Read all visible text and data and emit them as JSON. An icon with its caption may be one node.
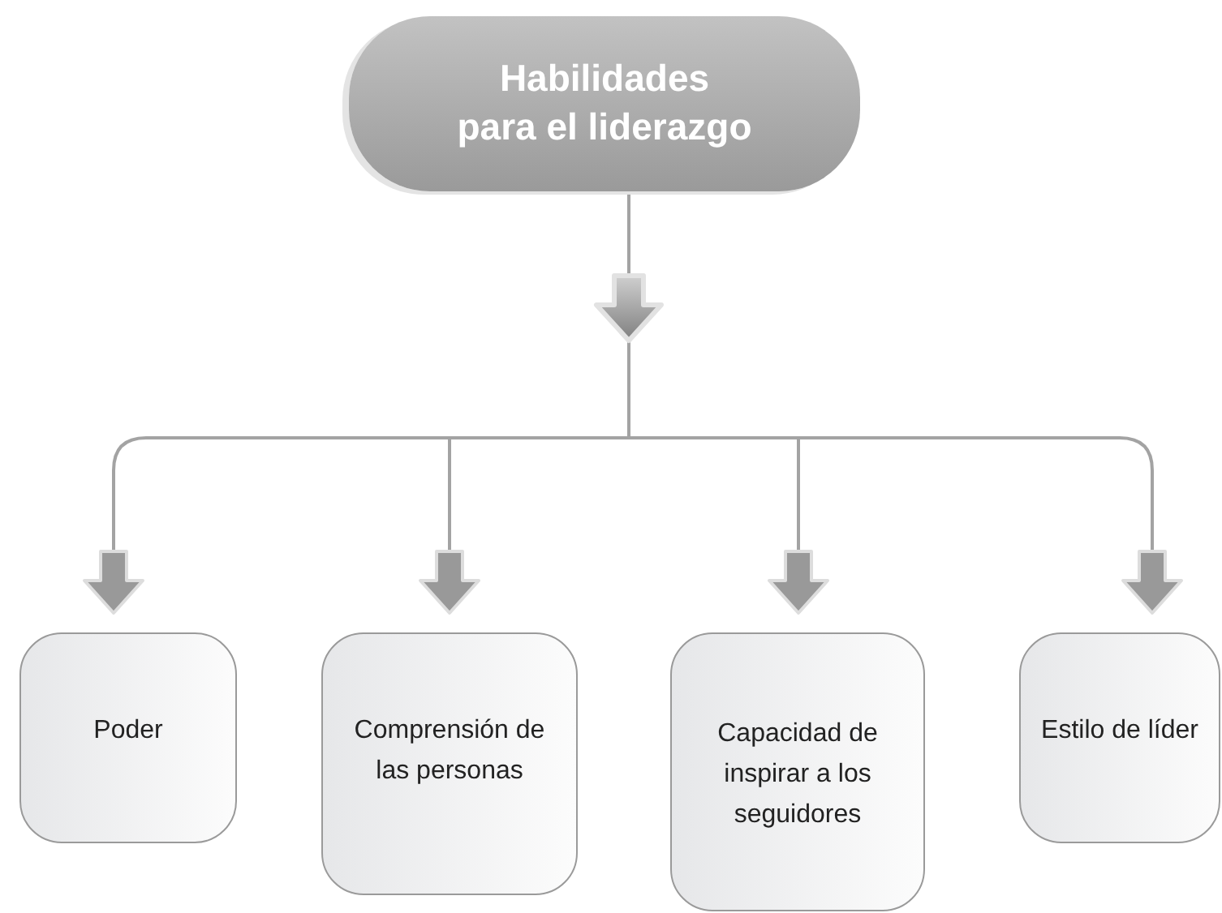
{
  "diagram": {
    "nodes": [
      {
        "text": [
          "Habilidades para el liderazgo"
        ]
      },
      {
        "text": [
          "Poder"
        ]
      },
      {
        "text": [
          "Comprensión de las personas"
        ]
      },
      {
        "text": [
          "Capacidad de inspirar a los seguidores"
        ]
      },
      {
        "text": [
          "Estilo de líder"
        ]
      }
    ],
    "edges": [
      {
        "from": 0,
        "to": 1,
        "arrow": "to"
      },
      {
        "from": 0,
        "to": 2,
        "arrow": "to"
      },
      {
        "from": 0,
        "to": 3,
        "arrow": "to"
      },
      {
        "from": 0,
        "to": 4,
        "arrow": "to"
      }
    ]
  }
}
